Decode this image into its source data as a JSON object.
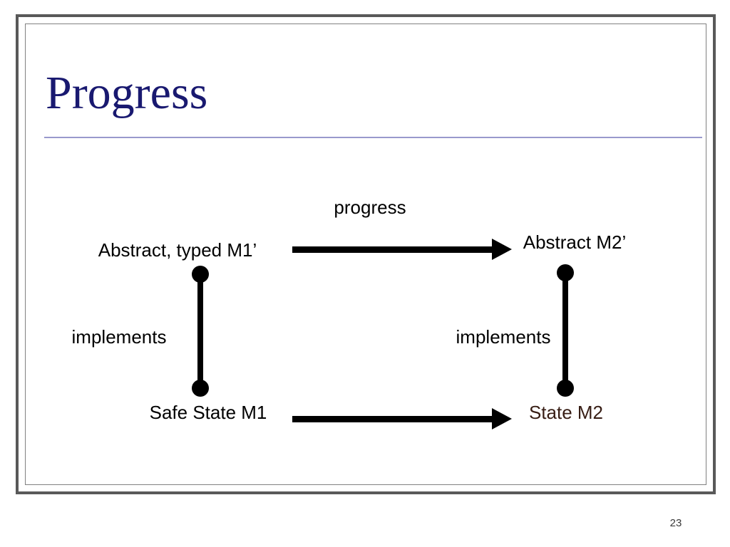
{
  "slide": {
    "title": "Progress",
    "page_number": "23",
    "colors": {
      "title_text": "#191970",
      "title_rule": "#9999cc",
      "frame_border": "#595959",
      "frame_inner_border": "#808080",
      "diagram_ink": "#000000",
      "state_m2_text": "#371d14"
    }
  },
  "diagram": {
    "nodes": [
      {
        "id": "abstract-typed-m1",
        "label": "Abstract, typed M1’"
      },
      {
        "id": "abstract-m2",
        "label": "Abstract M2’"
      },
      {
        "id": "safe-state-m1",
        "label": "Safe State M1"
      },
      {
        "id": "state-m2",
        "label": "State M2"
      }
    ],
    "edge_labels": {
      "progress": "progress",
      "implements_left": "implements",
      "implements_right": "implements"
    },
    "edges": [
      {
        "from": "abstract-typed-m1",
        "to": "abstract-m2",
        "label": "progress",
        "type": "arrow-right"
      },
      {
        "from": "abstract-typed-m1",
        "to": "safe-state-m1",
        "label": "implements",
        "type": "dot-line"
      },
      {
        "from": "abstract-m2",
        "to": "state-m2",
        "label": "implements",
        "type": "dot-line"
      },
      {
        "from": "safe-state-m1",
        "to": "state-m2",
        "label": "",
        "type": "arrow-right"
      }
    ]
  }
}
